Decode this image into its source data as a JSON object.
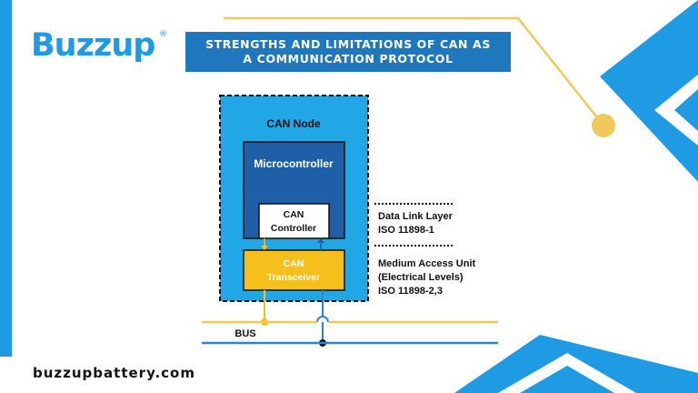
{
  "brand": {
    "logo_text": "Buzzup",
    "registered_mark": "®",
    "website": "buzzupbattery.com"
  },
  "header": {
    "title_line1": "STRENGTHS AND LIMITATIONS OF CAN AS",
    "title_line2": "A COMMUNICATION PROTOCOL"
  },
  "diagram": {
    "node_label": "CAN Node",
    "microcontroller_label": "Microcontroller",
    "controller_line1": "CAN",
    "controller_line2": "Controller",
    "transceiver_line1": "CAN",
    "transceiver_line2": "Transceiver",
    "bus_label": "BUS",
    "data_link_line1": "Data Link Layer",
    "data_link_line2": "ISO 11898-1",
    "mau_line1": "Medium Access Unit",
    "mau_line2": "(Electrical Levels)",
    "mau_line3": "ISO 11898-2,3"
  },
  "colors": {
    "brand_blue": "#1e9be3",
    "banner_blue": "#1f78bd",
    "node_fill": "#21a6e6",
    "microcontroller_fill": "#1f5fa8",
    "transceiver_fill": "#f5c01c",
    "bus_high": "#f5c74a",
    "bus_low": "#2e86c8",
    "accent_yellow": "#f1c85a"
  }
}
